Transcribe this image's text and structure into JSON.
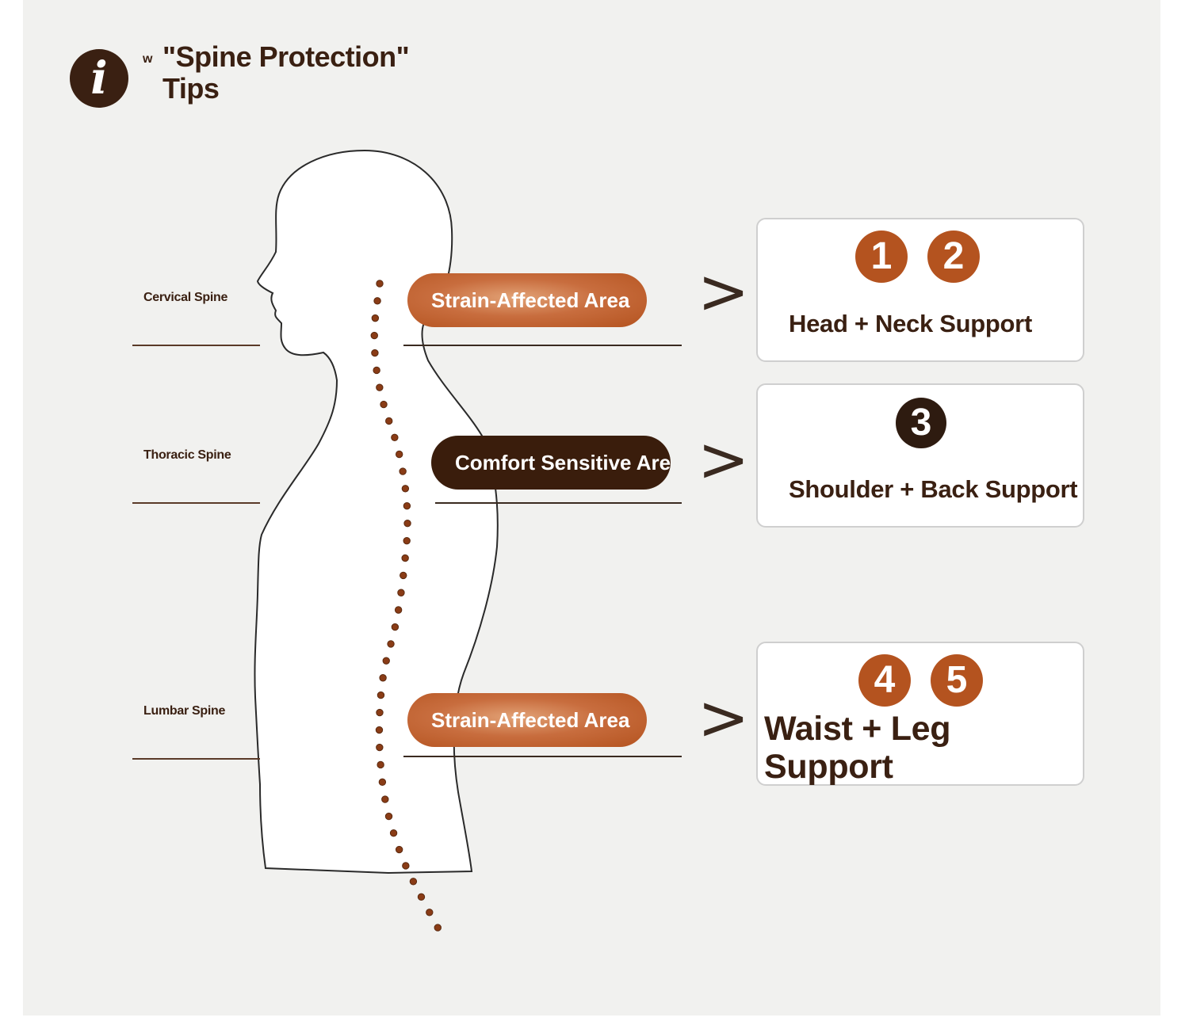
{
  "title": {
    "mark": "w",
    "line1": "\"Spine Protection\"",
    "line2": "Tips",
    "icon": "info-icon",
    "icon_glyph": "i"
  },
  "spine_sections": [
    {
      "label": "Cervical Spine"
    },
    {
      "label": "Thoracic Spine"
    },
    {
      "label": "Lumbar Spine"
    }
  ],
  "areas": [
    {
      "label": "Strain-Affected Area",
      "style": "strain"
    },
    {
      "label": "Comfort Sensitive Area",
      "style": "comfort"
    },
    {
      "label": "Strain-Affected Area",
      "style": "strain"
    }
  ],
  "arrow_glyph": ">",
  "cards": [
    {
      "numbers": [
        "1",
        "2"
      ],
      "text": "Head + Neck Support",
      "badge_color": "#b4531f"
    },
    {
      "numbers": [
        "3"
      ],
      "text": "Shoulder + Back Support",
      "badge_color": "#2e1b10"
    },
    {
      "numbers": [
        "4",
        "5"
      ],
      "text_line1": "Waist + Leg",
      "text_line2": "Support",
      "badge_color": "#b4531f"
    }
  ],
  "colors": {
    "background": "#f1f1ef",
    "dark_brown": "#3a2012",
    "accent_orange": "#b4531f",
    "spine_dots": "#8a3c16"
  }
}
